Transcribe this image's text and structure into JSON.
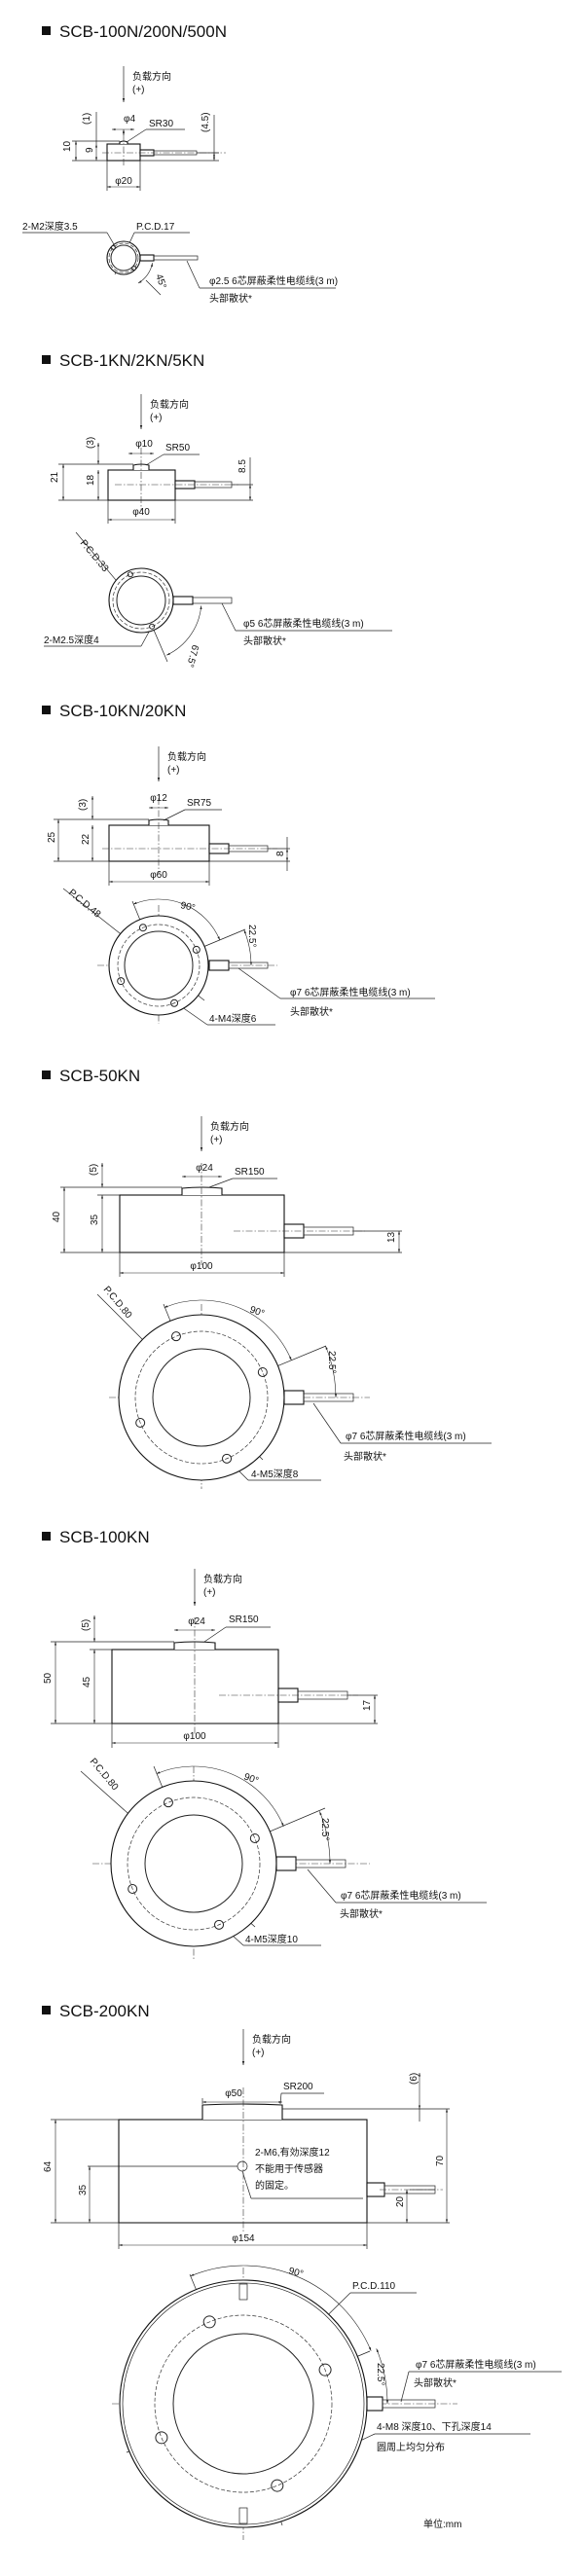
{
  "sections": [
    {
      "title": "SCB-100N/200N/500N",
      "load_direction": "负载方向",
      "load_sign": "(+)",
      "labels": {
        "h_total": "10",
        "h_body": "9",
        "h_top": "(1)",
        "d_button": "φ4",
        "sr": "SR30",
        "h_cable": "(4.5)",
        "d_body": "φ20",
        "holes": "2-M2深度3.5",
        "pcd": "P.C.D.17",
        "angle1": "45°",
        "cable": "φ2.5 6芯屏蔽柔性电缆线(3 m)",
        "cable_end": "头部散状*"
      }
    },
    {
      "title": "SCB-1KN/2KN/5KN",
      "load_direction": "负载方向",
      "load_sign": "(+)",
      "labels": {
        "h_total": "21",
        "h_body": "18",
        "h_top": "(3)",
        "d_button": "φ10",
        "sr": "SR50",
        "h_cable": "8.5",
        "d_body": "φ40",
        "holes": "2-M2.5深度4",
        "pcd": "P.C.D.33",
        "angle1": "67.5°",
        "cable": "φ5 6芯屏蔽柔性电缆线(3 m)",
        "cable_end": "头部散状*"
      }
    },
    {
      "title": "SCB-10KN/20KN",
      "load_direction": "负载方向",
      "load_sign": "(+)",
      "labels": {
        "h_total": "25",
        "h_body": "22",
        "h_top": "(3)",
        "d_button": "φ12",
        "sr": "SR75",
        "h_cable": "8",
        "d_body": "φ60",
        "holes": "4-M4深度6",
        "pcd": "P.C.D.48",
        "angle1": "90°",
        "angle2": "22.5°",
        "cable": "φ7 6芯屏蔽柔性电缆线(3 m)",
        "cable_end": "头部散状*"
      }
    },
    {
      "title": "SCB-50KN",
      "load_direction": "负载方向",
      "load_sign": "(+)",
      "labels": {
        "h_total": "40",
        "h_body": "35",
        "h_top": "(5)",
        "d_button": "φ24",
        "sr": "SR150",
        "h_cable": "13",
        "d_body": "φ100",
        "holes": "4-M5深度8",
        "pcd": "P.C.D.80",
        "angle1": "90°",
        "angle2": "22.5°",
        "cable": "φ7 6芯屏蔽柔性电缆线(3 m)",
        "cable_end": "头部散状*"
      }
    },
    {
      "title": "SCB-100KN",
      "load_direction": "负载方向",
      "load_sign": "(+)",
      "labels": {
        "h_total": "50",
        "h_body": "45",
        "h_top": "(5)",
        "d_button": "φ24",
        "sr": "SR150",
        "h_cable": "17",
        "d_body": "φ100",
        "holes": "4-M5深度10",
        "pcd": "P.C.D.80",
        "angle1": "90°",
        "angle2": "22.5°",
        "cable": "φ7 6芯屏蔽柔性电缆线(3 m)",
        "cable_end": "头部散状*"
      }
    },
    {
      "title": "SCB-200KN",
      "load_direction": "负载方向",
      "load_sign": "(+)",
      "labels": {
        "h_total": "64",
        "h_side_hole": "35",
        "h_top": "(6)",
        "h_overall": "70",
        "d_button": "φ50",
        "sr": "SR200",
        "h_cable": "20",
        "d_body": "φ154",
        "note1": "2-M6,有効深度12",
        "note2": "不能用于传感器",
        "note3": "的固定。",
        "holes": "4-M8 深度10、下孔深度14",
        "holes2": "圆周上均匀分布",
        "pcd": "P.C.D.110",
        "angle1": "90°",
        "angle2": "22.5°",
        "cable": "φ7 6芯屏蔽柔性电缆线(3 m)",
        "cable_end": "头部散状*"
      }
    }
  ],
  "unit": "单位:mm"
}
